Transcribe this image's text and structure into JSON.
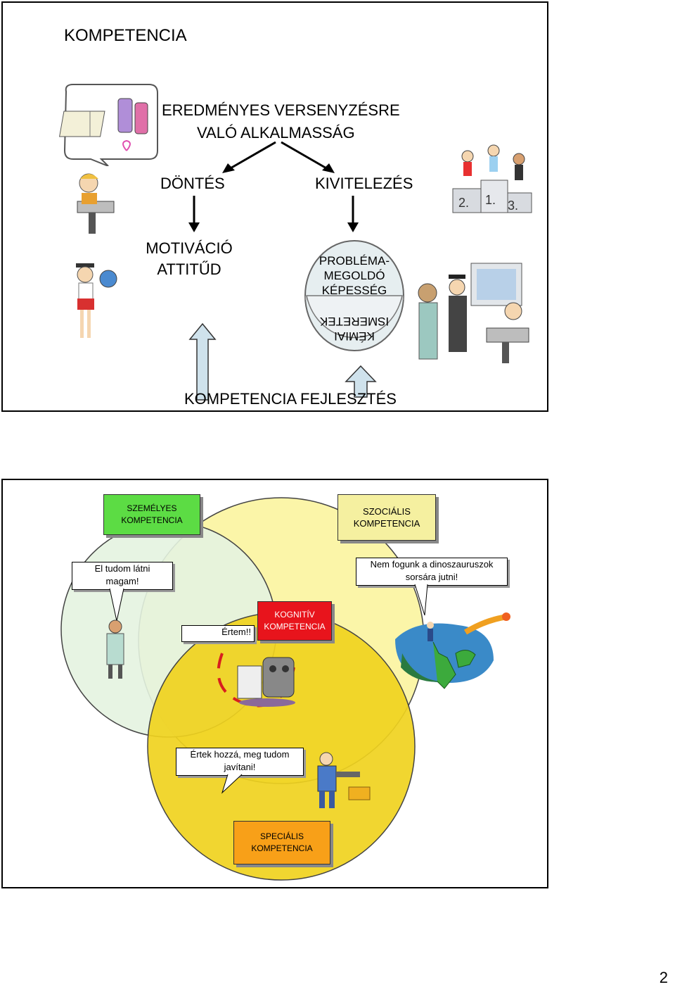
{
  "slide1": {
    "title": "KOMPETENCIA",
    "goal_line1": "EREDMÉNYES VERSENYZÉSRE",
    "goal_line2": "VALÓ ALKALMASSÁG",
    "left_branch": "DÖNTÉS",
    "right_branch": "KIVITELEZÉS",
    "motivation_line1": "MOTIVÁCIÓ",
    "motivation_line2": "ATTITŰD",
    "problem_line1": "PROBLÉMA-",
    "problem_line2": "MEGOLDÓ",
    "problem_line3": "KÉPESSÉG",
    "chem_line1": "KÉMIAI",
    "chem_line2": "ISMERETEK",
    "podium_1": "1.",
    "podium_2": "2.",
    "podium_3": "3.",
    "footer": "KOMPETENCIA FEJLESZTÉS"
  },
  "slide2": {
    "personal_line1": "SZEMÉLYES",
    "personal_line2": "KOMPETENCIA",
    "social_line1": "SZOCIÁLIS",
    "social_line2": "KOMPETENCIA",
    "cognitive_line1": "KOGNITÍV",
    "cognitive_line2": "KOMPETENCIA",
    "special_line1": "SPECIÁLIS",
    "special_line2": "KOMPETENCIA",
    "bubble_personal_line1": "El tudom látni",
    "bubble_personal_line2": "magam!",
    "bubble_social_line1": "Nem fogunk a dinoszauruszok",
    "bubble_social_line2": "sorsára jutni!",
    "bubble_cognitive": "Értem!!",
    "bubble_special_line1": "Értek hozzá, meg tudom",
    "bubble_special_line2": "javítani!"
  },
  "colors": {
    "personal_circle": "#e4f3e0",
    "social_circle": "#fbf5a8",
    "special_circle": "#f0d21e",
    "personal_tab": "#5cdc44",
    "social_tab": "#f5f0a0",
    "cognitive_tab": "#e8141c",
    "special_tab": "#f8a018",
    "arrow_fill": "#cfe2ec",
    "dash_red": "#d81e1e"
  },
  "page_number": "2"
}
